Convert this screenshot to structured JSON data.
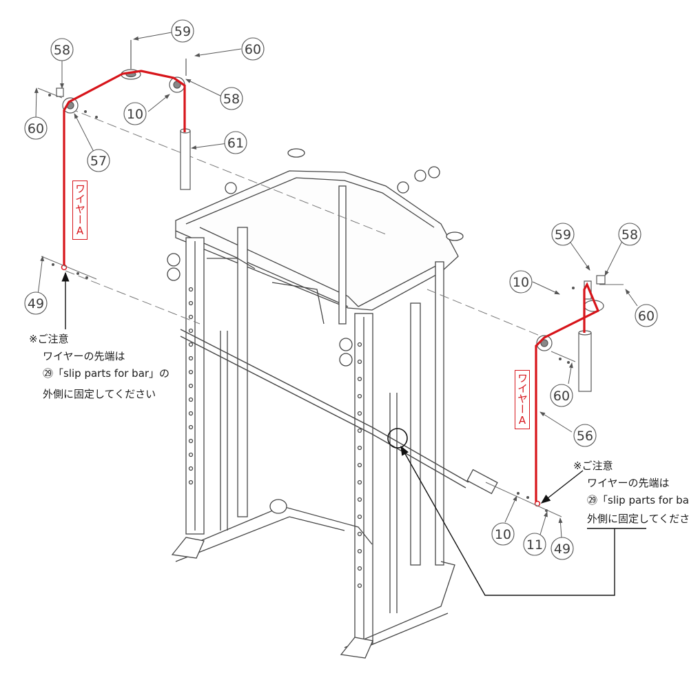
{
  "diagram": {
    "title": "Cable routing — Wire A",
    "wire_color": "#d7141a",
    "line_color": "#555555"
  },
  "wire_labels": {
    "left": "ワイヤーA",
    "right": "ワイヤーA"
  },
  "notes": {
    "left": {
      "line1": "※ご注意",
      "line2": "ワイヤーの先端は",
      "line3": "㉙「slip parts for bar」の",
      "line4": "外側に固定してください"
    },
    "right": {
      "line1": "※ご注意",
      "line2": "ワイヤーの先端は",
      "line3": "㉙「slip parts for bar」の",
      "line4": "外側に固定してください"
    }
  },
  "callouts": {
    "left_top_59": "59",
    "left_top_60a": "60",
    "left_top_58a": "58",
    "left_top_58b": "58",
    "left_top_10": "10",
    "left_top_60b": "60",
    "left_top_57": "57",
    "left_top_61": "61",
    "left_49": "49",
    "right_59": "59",
    "right_58": "58",
    "right_10a": "10",
    "right_60a": "60",
    "right_60b": "60",
    "right_56": "56",
    "right_10b": "10",
    "right_11": "11",
    "right_49": "49"
  }
}
